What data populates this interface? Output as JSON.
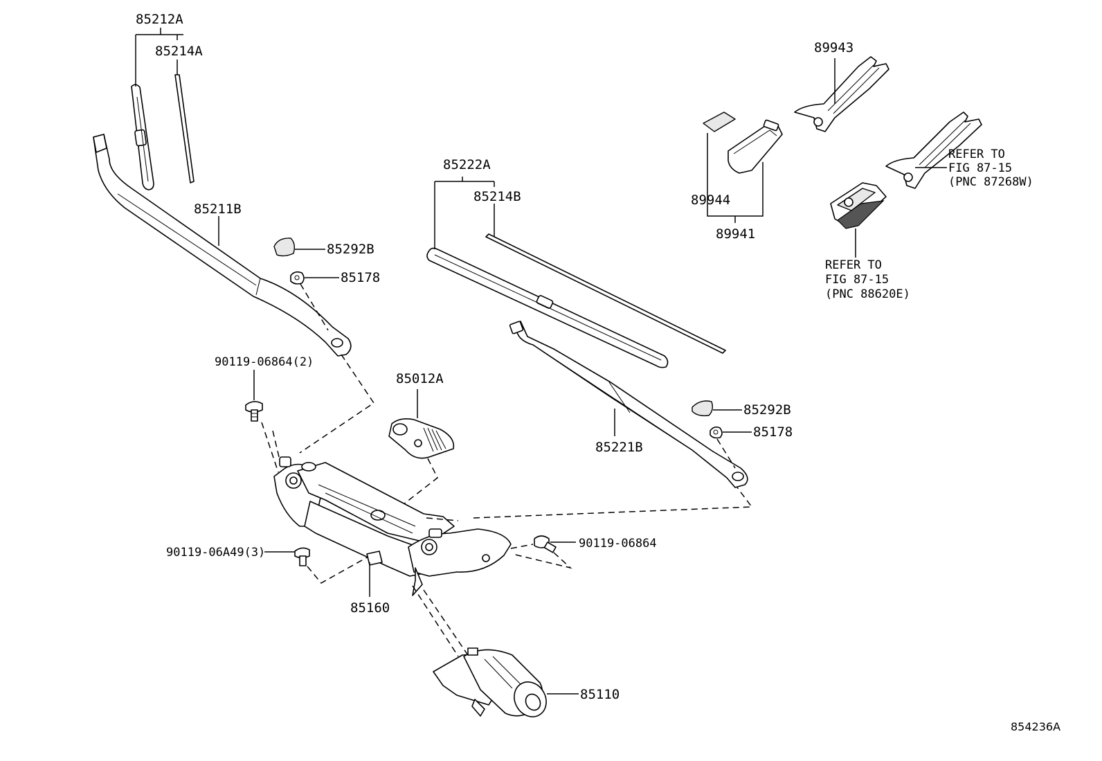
{
  "labels": {
    "p85212A": "85212A",
    "p85214A": "85214A",
    "p85211B": "85211B",
    "p85292B_left": "85292B",
    "p85178_left": "85178",
    "p90119_06864_2": "90119-06864(2)",
    "p85012A": "85012A",
    "p90119_06A49_3": "90119-06A49(3)",
    "p85160": "85160",
    "p85110": "85110",
    "p90119_06864": "90119-06864",
    "p85222A": "85222A",
    "p85214B": "85214B",
    "p85221B": "85221B",
    "p85292B_right": "85292B",
    "p85178_right": "85178",
    "p89943": "89943",
    "p89944": "89944",
    "p89941": "89941"
  },
  "refer_right": {
    "line1": "REFER TO",
    "line2": "FIG 87-15",
    "line3": "(PNC 87268W)"
  },
  "refer_bottom": {
    "line1": "REFER TO",
    "line2": "FIG 87-15",
    "line3": "(PNC 88620E)"
  },
  "figure_id": "854236A"
}
